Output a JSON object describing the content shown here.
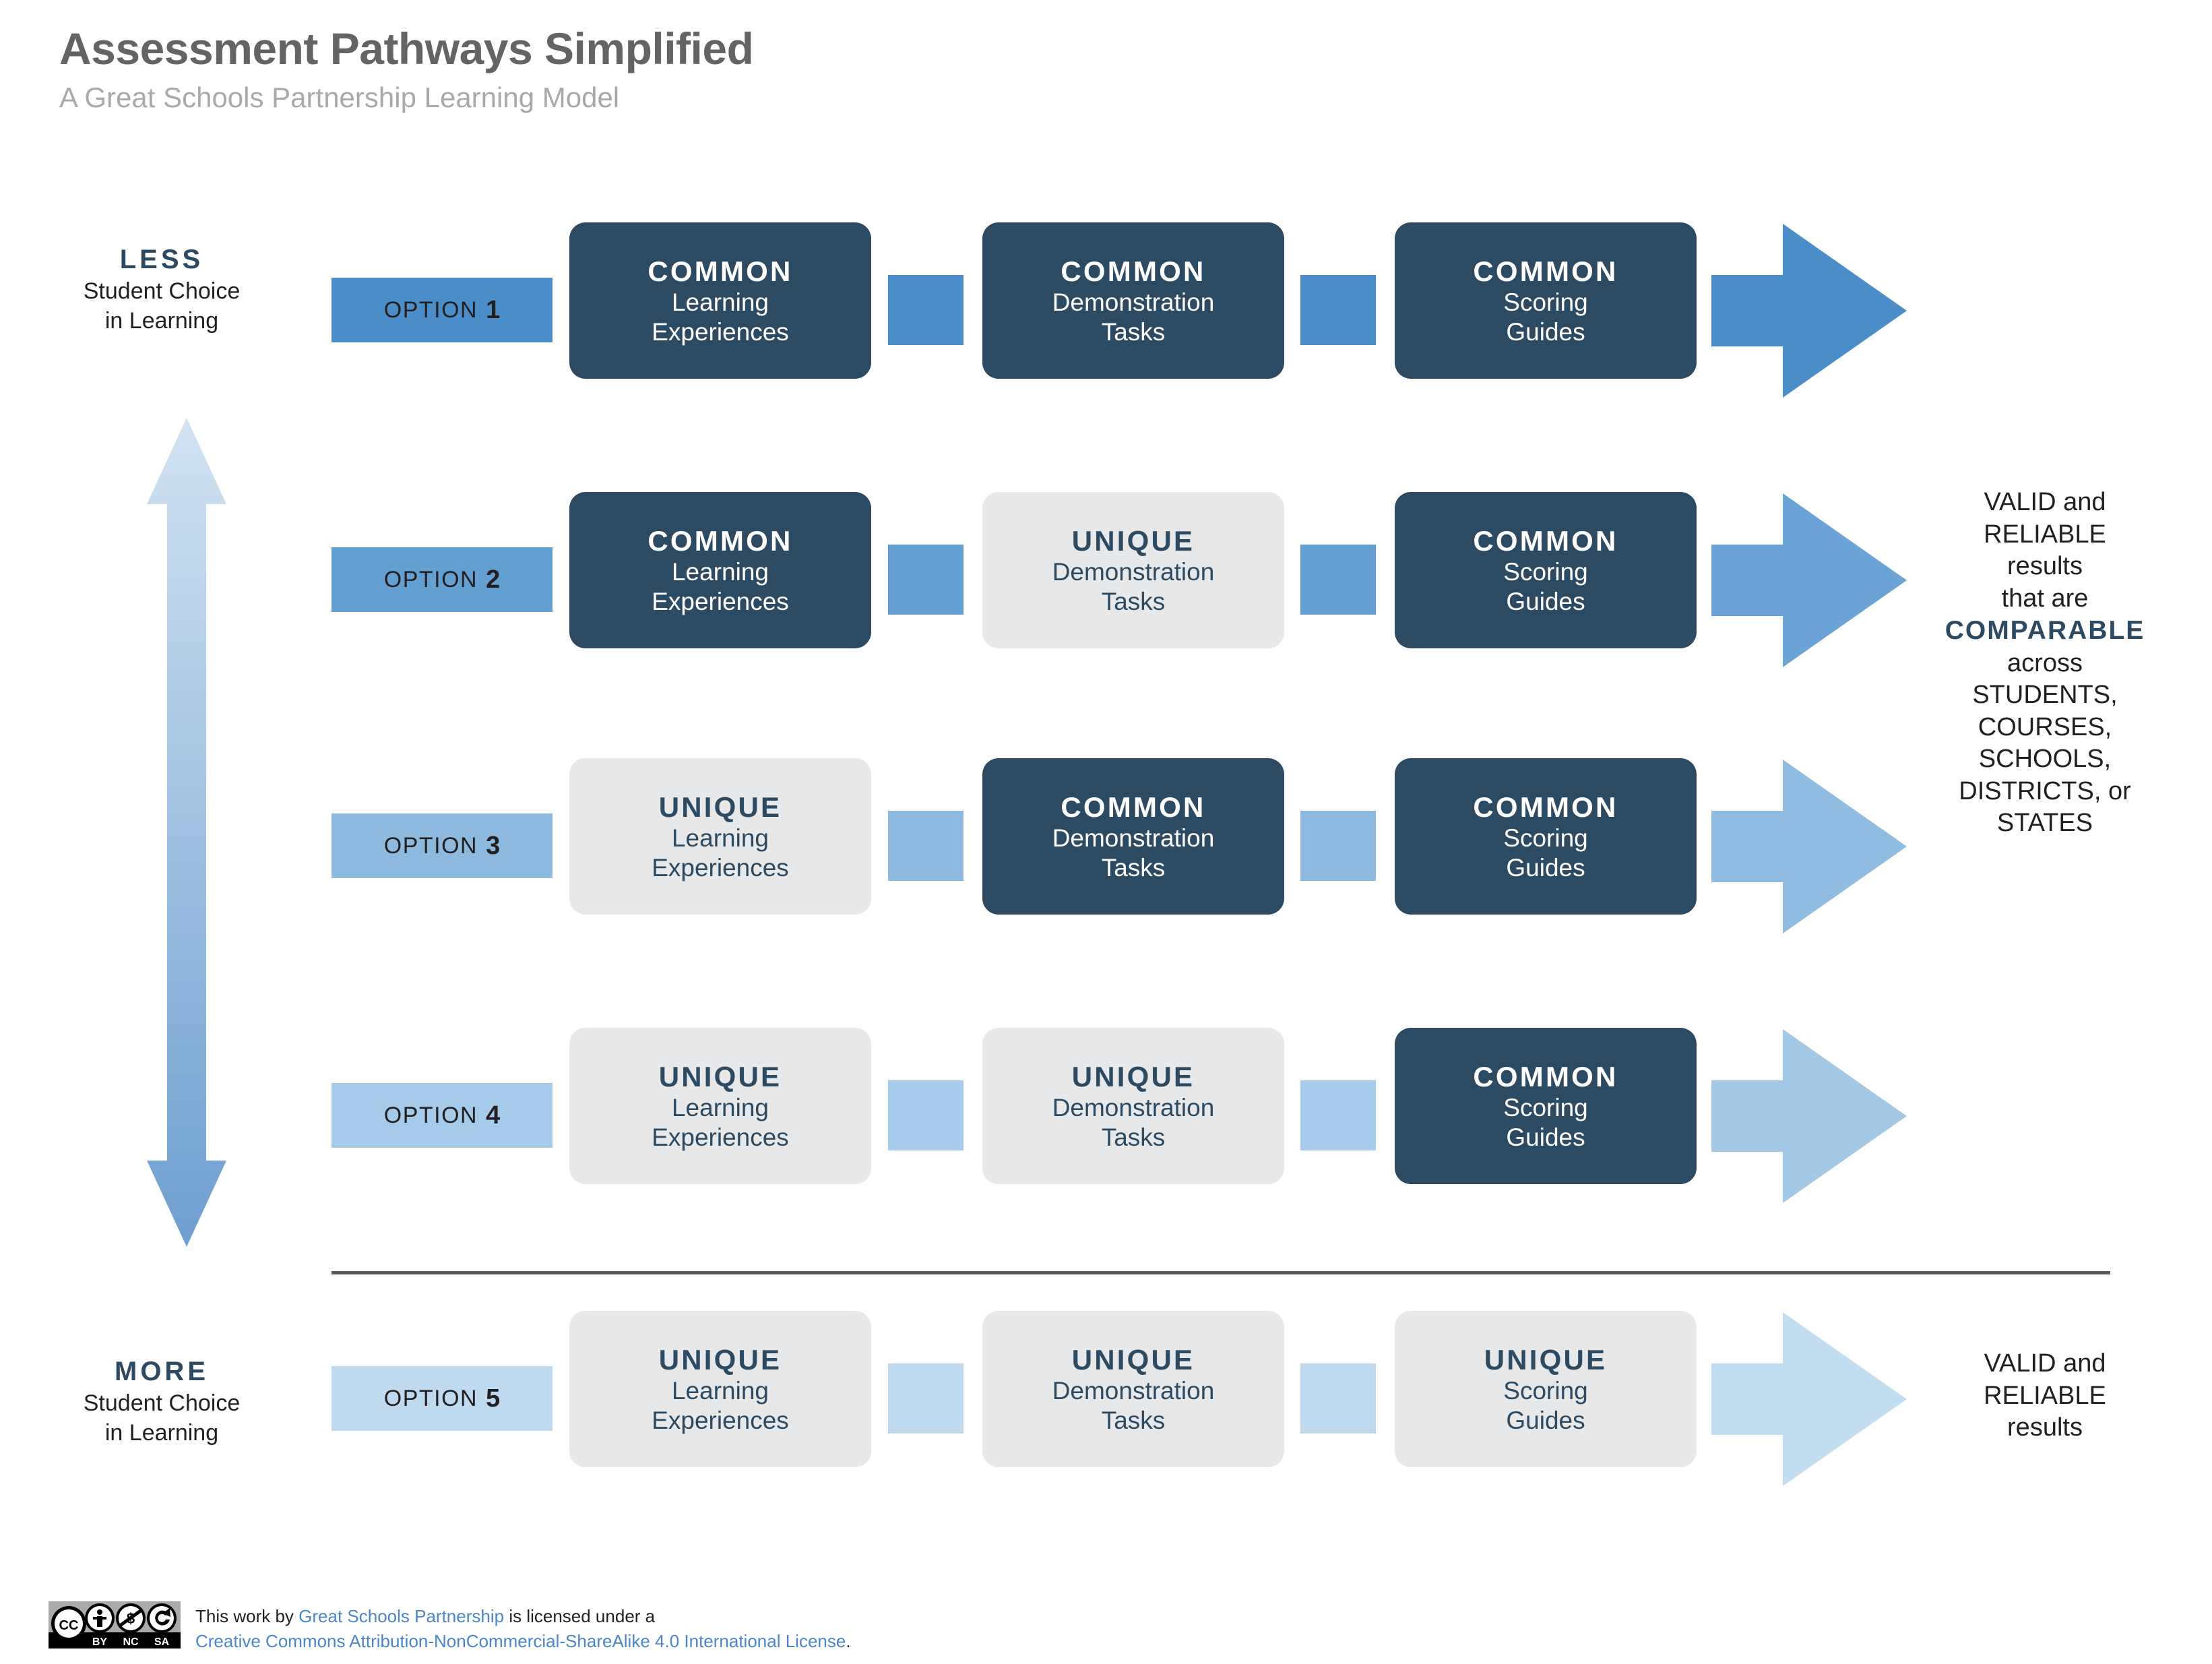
{
  "header": {
    "title": "Assessment Pathways Simplified",
    "subtitle": "A Great Schools Partnership Learning Model"
  },
  "scale": {
    "less": {
      "word": "LESS",
      "line1": "Student Choice",
      "line2": "in Learning"
    },
    "more": {
      "word": "MORE",
      "line1": "Student Choice",
      "line2": "in Learning"
    },
    "axis_icon": "double-headed-vertical-arrow"
  },
  "colors": {
    "navy": "#2d4a63",
    "unique_gray": "#e7e8e9",
    "blue_1": "#4a8dc8",
    "blue_2": "#6ba3d6",
    "blue_3": "#8fbce0",
    "blue_4": "#a3c8e6",
    "blue_5": "#c2dcf0",
    "title_gray": "#636466",
    "subtitle_gray": "#a7a9ac",
    "divider_gray": "#58595b",
    "link_blue": "#4a86c8"
  },
  "rows": [
    {
      "option_label": "OPTION",
      "option_number": "1",
      "tag_color": "#4a8dc8",
      "arrow_color": "#4a8dc8",
      "connector_color": "#4a8dc8",
      "stages": [
        {
          "kind": "COMMON",
          "what_line1": "Learning",
          "what_line2": "Experiences",
          "style": "common"
        },
        {
          "kind": "COMMON",
          "what_line1": "Demonstration",
          "what_line2": "Tasks",
          "style": "common"
        },
        {
          "kind": "COMMON",
          "what_line1": "Scoring",
          "what_line2": "Guides",
          "style": "common"
        }
      ]
    },
    {
      "option_label": "OPTION",
      "option_number": "2",
      "tag_color": "#63a0d1",
      "arrow_color": "#6ba3d6",
      "connector_color": "#63a0d1",
      "stages": [
        {
          "kind": "COMMON",
          "what_line1": "Learning",
          "what_line2": "Experiences",
          "style": "common"
        },
        {
          "kind": "UNIQUE",
          "what_line1": "Demonstration",
          "what_line2": "Tasks",
          "style": "unique"
        },
        {
          "kind": "COMMON",
          "what_line1": "Scoring",
          "what_line2": "Guides",
          "style": "common"
        }
      ]
    },
    {
      "option_label": "OPTION",
      "option_number": "3",
      "tag_color": "#8cb9dd",
      "arrow_color": "#8fbce0",
      "connector_color": "#8cb9dd",
      "stages": [
        {
          "kind": "UNIQUE",
          "what_line1": "Learning",
          "what_line2": "Experiences",
          "style": "unique"
        },
        {
          "kind": "COMMON",
          "what_line1": "Demonstration",
          "what_line2": "Tasks",
          "style": "common"
        },
        {
          "kind": "COMMON",
          "what_line1": "Scoring",
          "what_line2": "Guides",
          "style": "common"
        }
      ]
    },
    {
      "option_label": "OPTION",
      "option_number": "4",
      "tag_color": "#a5caea",
      "arrow_color": "#a3c8e6",
      "connector_color": "#a5caea",
      "stages": [
        {
          "kind": "UNIQUE",
          "what_line1": "Learning",
          "what_line2": "Experiences",
          "style": "unique"
        },
        {
          "kind": "UNIQUE",
          "what_line1": "Demonstration",
          "what_line2": "Tasks",
          "style": "unique"
        },
        {
          "kind": "COMMON",
          "what_line1": "Scoring",
          "what_line2": "Guides",
          "style": "common"
        }
      ]
    },
    {
      "option_label": "OPTION",
      "option_number": "5",
      "tag_color": "#bfd9ef",
      "arrow_color": "#c2dcf0",
      "connector_color": "#bfd9ef",
      "stages": [
        {
          "kind": "UNIQUE",
          "what_line1": "Learning",
          "what_line2": "Experiences",
          "style": "unique"
        },
        {
          "kind": "UNIQUE",
          "what_line1": "Demonstration",
          "what_line2": "Tasks",
          "style": "unique"
        },
        {
          "kind": "UNIQUE",
          "what_line1": "Scoring",
          "what_line2": "Guides",
          "style": "unique"
        }
      ]
    }
  ],
  "results": {
    "comparable": {
      "l1": "VALID and",
      "l2": "RELIABLE",
      "l3": "results",
      "l4": "that are",
      "l5": "COMPARABLE",
      "l6": "across",
      "l7": "STUDENTS,",
      "l8": "COURSES,",
      "l9": "SCHOOLS,",
      "l10": "DISTRICTS, or",
      "l11": "STATES"
    },
    "simple": {
      "l1": "VALID and",
      "l2": "RELIABLE",
      "l3": "results"
    }
  },
  "license": {
    "badge_icon": "creative-commons-by-nc-sa-badge",
    "line1_pre": "This work by ",
    "line1_link": "Great Schools Partnership",
    "line1_post": " is licensed under a",
    "line2_link": "Creative Commons Attribution-NonCommercial-ShareAlike 4.0 International License",
    "line2_post": "."
  }
}
